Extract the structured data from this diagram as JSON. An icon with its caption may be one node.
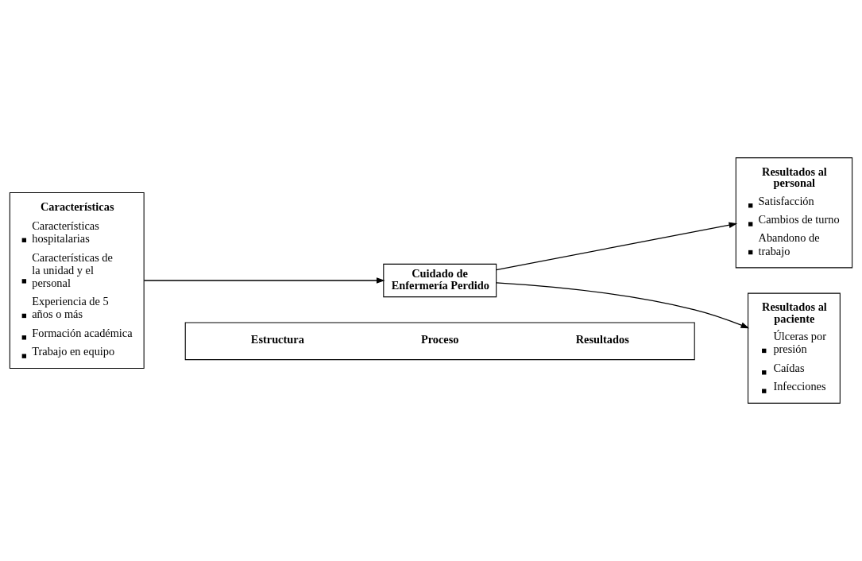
{
  "diagram": {
    "nodes": [
      {
        "text": [
          "Características",
          "Características hospitalarias",
          "Características de la unidad y el personal",
          "Experiencia de 5 años o más",
          "Formación académica",
          "Trabajo en equipo"
        ]
      },
      {
        "text": [
          "Cuidado de Enfermería Perdido"
        ]
      },
      {
        "text": [
          "Resultados al personal",
          "Satisfacción",
          "Cambios de turno",
          "Abandono de trabajo"
        ]
      },
      {
        "text": [
          "Resultados al paciente",
          "Úlceras por presión",
          "Caídas",
          "Infecciones"
        ]
      },
      {
        "text": [
          "Estructura",
          "Proceso",
          "Resultados"
        ]
      }
    ],
    "edges": [
      {
        "from": 0,
        "to": 1,
        "arrow": "to"
      },
      {
        "from": 1,
        "to": 2,
        "arrow": "to"
      },
      {
        "from": 1,
        "to": 3,
        "arrow": "to"
      }
    ]
  }
}
